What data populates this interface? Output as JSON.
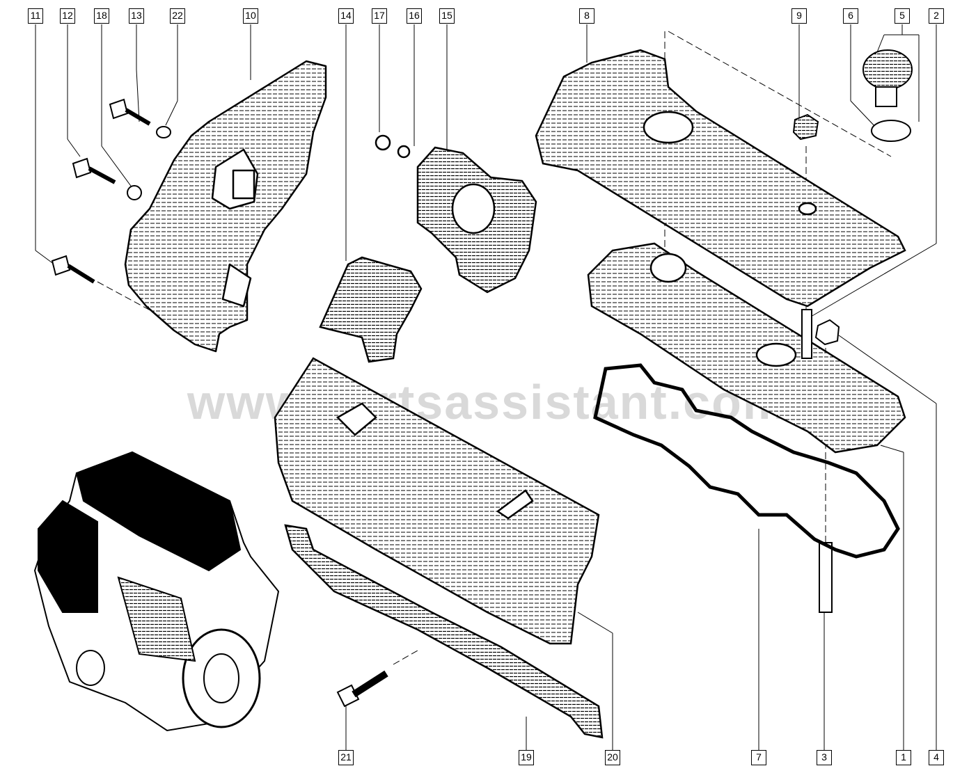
{
  "diagram": {
    "watermark": "www.partsassistant.com",
    "callouts": [
      {
        "id": "c11",
        "label": "11"
      },
      {
        "id": "c12",
        "label": "12"
      },
      {
        "id": "c18",
        "label": "18"
      },
      {
        "id": "c13",
        "label": "13"
      },
      {
        "id": "c22",
        "label": "22"
      },
      {
        "id": "c10",
        "label": "10"
      },
      {
        "id": "c14",
        "label": "14"
      },
      {
        "id": "c17",
        "label": "17"
      },
      {
        "id": "c16",
        "label": "16"
      },
      {
        "id": "c15",
        "label": "15"
      },
      {
        "id": "c8",
        "label": "8"
      },
      {
        "id": "c9",
        "label": "9"
      },
      {
        "id": "c6",
        "label": "6"
      },
      {
        "id": "c5",
        "label": "5"
      },
      {
        "id": "c2",
        "label": "2"
      },
      {
        "id": "c21",
        "label": "21"
      },
      {
        "id": "c19",
        "label": "19"
      },
      {
        "id": "c20",
        "label": "20"
      },
      {
        "id": "c7",
        "label": "7"
      },
      {
        "id": "c3",
        "label": "3"
      },
      {
        "id": "c1",
        "label": "1"
      },
      {
        "id": "c4",
        "label": "4"
      }
    ],
    "parts": [
      {
        "id": "timing-cover",
        "icon": "timing-belt-cover-icon"
      },
      {
        "id": "bracket",
        "icon": "bracket-icon"
      },
      {
        "id": "water-outlet",
        "icon": "water-outlet-housing-icon"
      },
      {
        "id": "valve-cover",
        "icon": "valve-cover-icon"
      },
      {
        "id": "oil-cap",
        "icon": "oil-filler-cap-icon"
      },
      {
        "id": "upper-cover-plate",
        "icon": "cylinder-head-cover-icon"
      },
      {
        "id": "gasket",
        "icon": "gasket-icon"
      },
      {
        "id": "engine-cover",
        "icon": "engine-trim-cover-icon"
      },
      {
        "id": "cover-rail",
        "icon": "cover-rail-icon"
      },
      {
        "id": "engine-assembly",
        "icon": "engine-assembly-icon"
      }
    ]
  }
}
